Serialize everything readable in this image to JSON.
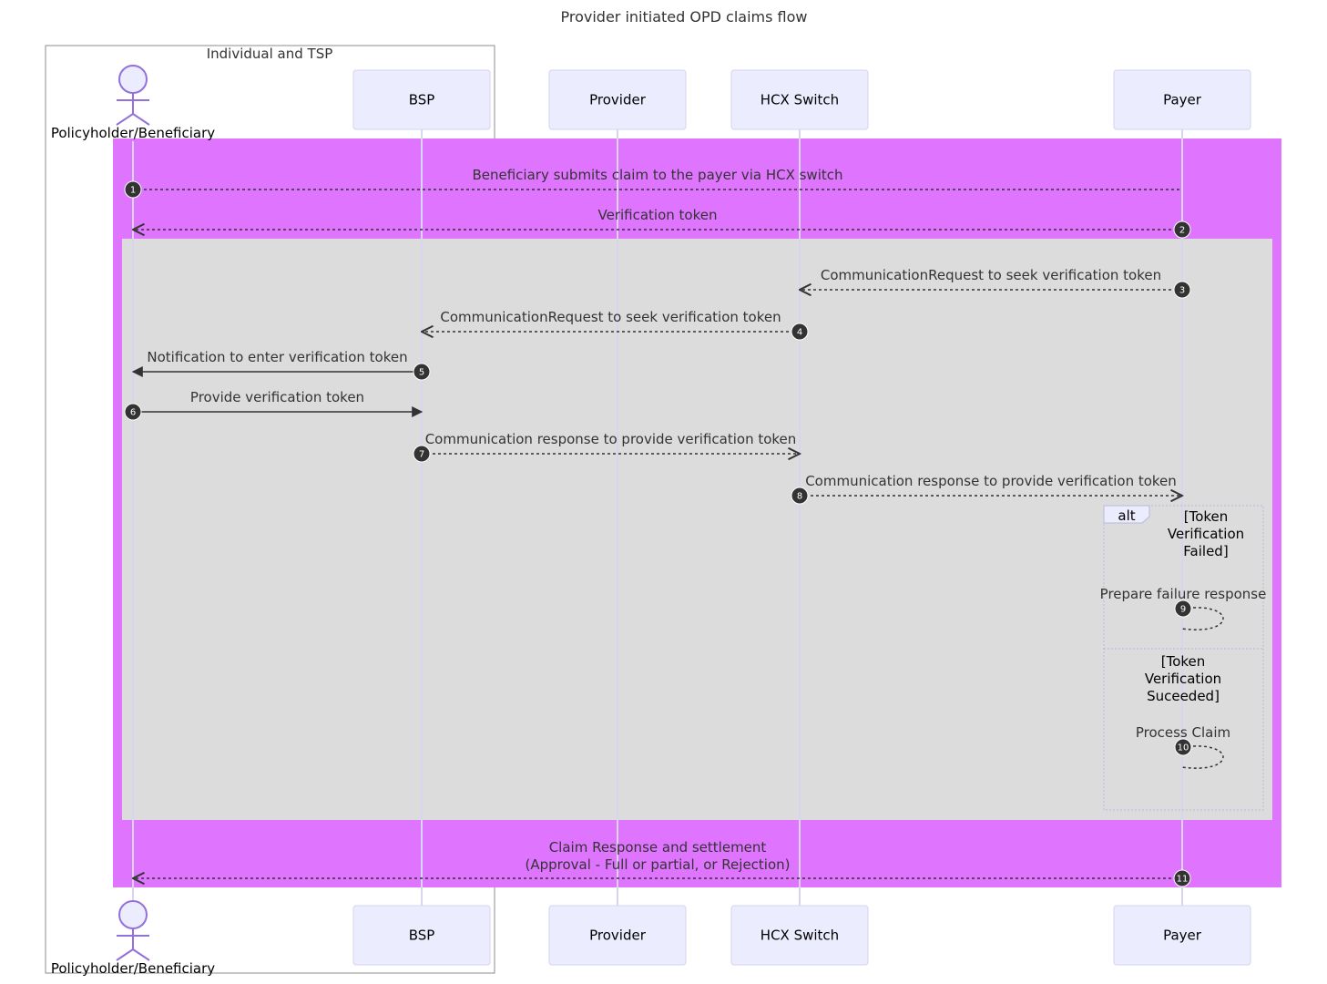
{
  "title": "Provider initiated OPD claims flow",
  "group_box": {
    "label": "Individual and TSP"
  },
  "participants": [
    {
      "id": "beneficiary",
      "label": "Policyholder/Beneficiary",
      "kind": "actor"
    },
    {
      "id": "bsp",
      "label": "BSP",
      "kind": "participant"
    },
    {
      "id": "provider",
      "label": "Provider",
      "kind": "participant"
    },
    {
      "id": "hcx",
      "label": "HCX Switch",
      "kind": "participant"
    },
    {
      "id": "payer",
      "label": "Payer",
      "kind": "participant"
    }
  ],
  "outer_rect": {
    "color": "#DF75FF"
  },
  "inner_rect": {
    "color": "#DCDCDC"
  },
  "messages": [
    {
      "num": "1",
      "from": "beneficiary",
      "to": "payer",
      "label": "Beneficiary submits claim to the payer via HCX switch",
      "style": "dashed",
      "arrow": "none"
    },
    {
      "num": "2",
      "from": "payer",
      "to": "beneficiary",
      "label": "Verification token",
      "style": "dashed",
      "arrow": "open"
    },
    {
      "num": "3",
      "from": "payer",
      "to": "hcx",
      "label": "CommunicationRequest to seek verification token",
      "style": "dashed",
      "arrow": "open"
    },
    {
      "num": "4",
      "from": "hcx",
      "to": "bsp",
      "label": "CommunicationRequest to seek verification token",
      "style": "dashed",
      "arrow": "open"
    },
    {
      "num": "5",
      "from": "bsp",
      "to": "beneficiary",
      "label": "Notification to enter verification token",
      "style": "solid",
      "arrow": "filled"
    },
    {
      "num": "6",
      "from": "beneficiary",
      "to": "bsp",
      "label": "Provide verification token",
      "style": "solid",
      "arrow": "filled"
    },
    {
      "num": "7",
      "from": "bsp",
      "to": "hcx",
      "label": "Communication response to provide verification token",
      "style": "dashed",
      "arrow": "open"
    },
    {
      "num": "8",
      "from": "hcx",
      "to": "payer",
      "label": "Communication response to provide verification token",
      "style": "dashed",
      "arrow": "open"
    },
    {
      "num": "9",
      "from": "payer",
      "to": "payer",
      "label": "Prepare failure response",
      "style": "dashed",
      "arrow": "self"
    },
    {
      "num": "10",
      "from": "payer",
      "to": "payer",
      "label": "Process Claim",
      "style": "dashed",
      "arrow": "self"
    },
    {
      "num": "11",
      "from": "payer",
      "to": "beneficiary",
      "label": "Claim Response and settlement",
      "label_line2": "(Approval - Full or partial, or Rejection)",
      "style": "dashed",
      "arrow": "open"
    }
  ],
  "alt_block": {
    "keyword": "alt",
    "branch1": [
      "[Token",
      "Verification",
      "Failed]"
    ],
    "branch2": [
      "[Token",
      "Verification",
      "Suceeded]"
    ]
  },
  "icons": {
    "actor": "person-stick-figure-icon"
  }
}
